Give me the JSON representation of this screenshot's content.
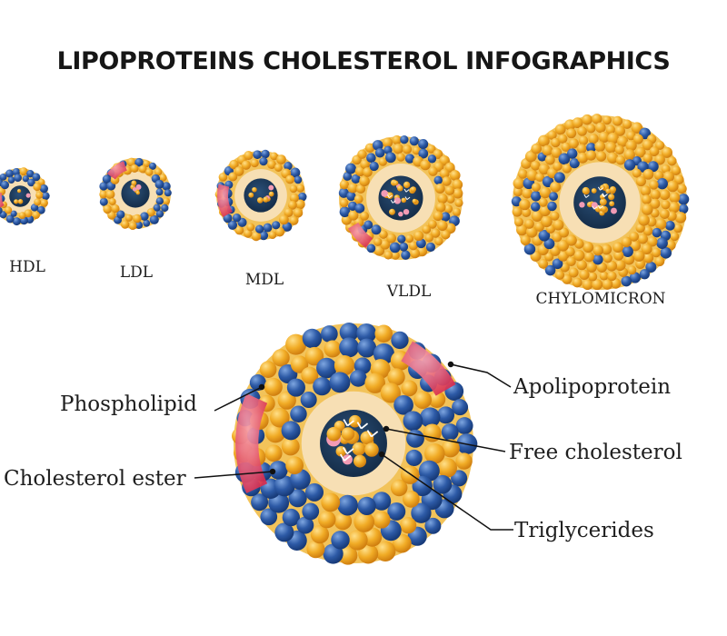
{
  "title": "LIPOPROTEINS CHOLESTEROL INFOGRAPHICS",
  "particles": [
    {
      "label": "HDL"
    },
    {
      "label": "LDL"
    },
    {
      "label": "MDL"
    },
    {
      "label": "VLDL"
    },
    {
      "label": "CHYLOMICRON"
    }
  ],
  "structure_labels": {
    "phospholipid": "Phospholipid",
    "cholesterol_ester": "Cholesterol ester",
    "apolipoprotein": "Apolipoprotein",
    "free_cholesterol": "Free cholesterol",
    "triglycerides": "Triglycerides"
  },
  "colors": {
    "blue": "#2d5aa6",
    "orange": "#f1ac26",
    "core": "#1d3a5c",
    "peach": "#f6dcae",
    "pink": "#e2435f"
  }
}
